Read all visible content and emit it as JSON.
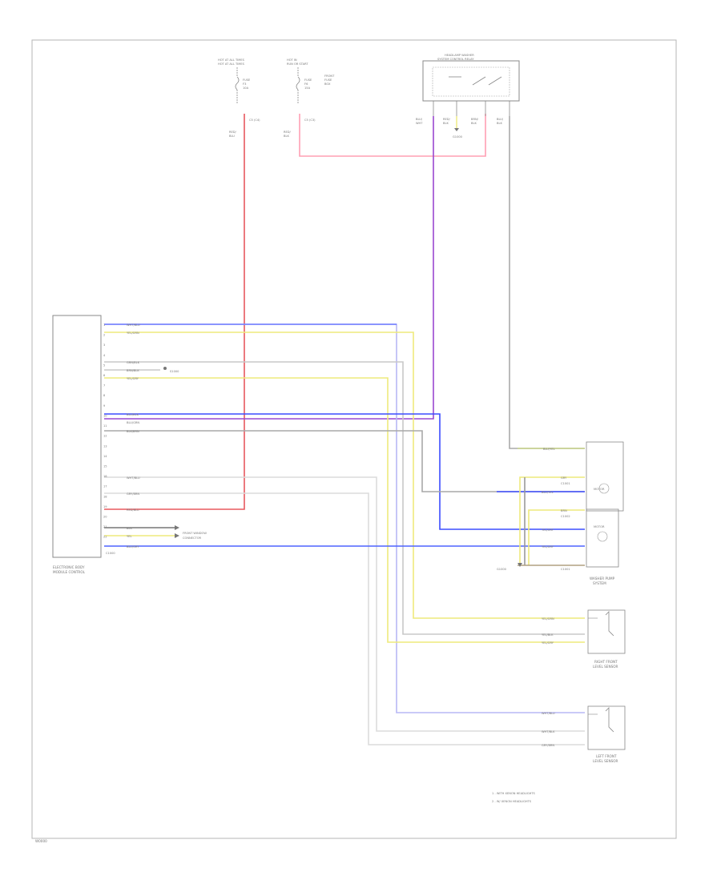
{
  "footer_code": "W0000",
  "top_labels": {
    "hot_left": [
      "HOT AT ALL TIMES",
      "HOT AT ALL TIMES"
    ],
    "hot_right": [
      "HOT IN",
      "RUN OR START"
    ],
    "fuse_left": [
      "FUSE",
      "F3",
      "10A"
    ],
    "fuse_right": [
      "FUSE",
      "F6",
      "15A"
    ],
    "fuse_box": [
      "FRONT",
      "FUSE",
      "BOX"
    ],
    "conn_left": "C5 (C4)",
    "conn_right": "C5 (C3)",
    "wire_left": [
      "RED/",
      "BLU"
    ],
    "wire_right": [
      "RED/",
      "BLK"
    ]
  },
  "relay": {
    "title": [
      "HEADLAMP WASHER",
      "SYSTEM CONTROL RELAY"
    ],
    "wires": [
      "BLU/",
      "WHT",
      "RED/",
      "BLK",
      "BRN/",
      "BLK",
      "BLU/",
      "BLK"
    ],
    "ground": "G1000"
  },
  "module": {
    "name": [
      "ELECTRONIC BODY",
      "MODULE CONTROL"
    ],
    "bottom_conn": "C1000"
  },
  "module_wires": [
    "WHT/BLU",
    "YEL/GRN",
    "GRN/BLK",
    "BRN/BLK",
    "YEL/GRY",
    "BLU/BLK",
    "BLU/GRN",
    "BLK/BRN",
    "WHT/BLU",
    "GRY/BRN",
    "RED/BLU",
    "BLK",
    "YEL",
    "BLU/GRY"
  ],
  "splice_label": "S1000",
  "vehicle_label": [
    "FRONT WINDOW",
    "CONNECTOR"
  ],
  "washer": {
    "wires": [
      "BLU/YEL",
      "GRY",
      "BLU/YEL",
      "BRN",
      "YEL/GRY",
      "YEL/GRY"
    ],
    "texts": [
      "MOTOR",
      "MOTOR"
    ],
    "conn": [
      "C1001",
      "C1002"
    ],
    "ground": "G1000",
    "title": [
      "WASHER PUMP",
      "SYSTEM"
    ]
  },
  "right_sensor": {
    "wires": [
      "YEL/GRN",
      "YEL/BLK",
      "YEL/GRY"
    ],
    "title": [
      "RIGHT FRONT",
      "LEVEL SENSOR"
    ]
  },
  "left_sensor": {
    "wires": [
      "WHT/BLU",
      "WHT/BLK",
      "GRY/BRN"
    ],
    "title": [
      "LEFT FRONT",
      "LEVEL SENSOR"
    ]
  },
  "notes": [
    "1 - WITH XENON HEADLIGHTS",
    "2 - W/ XENON HEADLIGHTS"
  ],
  "colors": {
    "red": "#e8585f",
    "pink": "#ff9fb4",
    "blue": "#3c4dff",
    "purple": "#9a48d0",
    "yellow": "#eeea7c",
    "gray": "#9a9a9a",
    "lightgray": "#cfcfcf",
    "yellowgreen": "#c9d48a"
  }
}
